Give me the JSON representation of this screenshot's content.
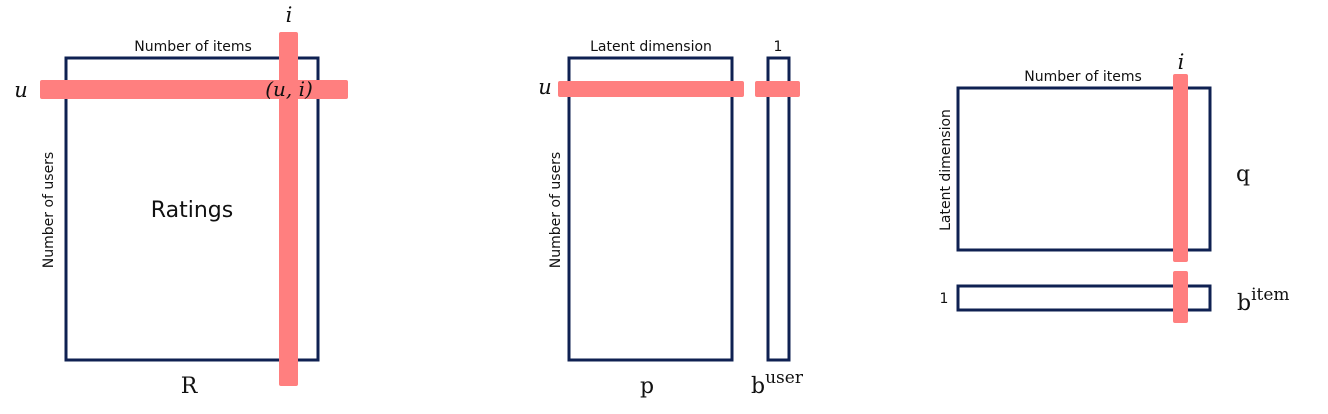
{
  "panel_ratings": {
    "matrix_label": "Ratings",
    "top_label": "Number of  items",
    "side_label": "Number of  users",
    "bottom_label": "R",
    "row_symbol": "u",
    "col_symbol": "i",
    "cell_label": "(u, i)"
  },
  "panel_users": {
    "top_label": "Latent dimension",
    "side_label": "Number of  users",
    "bias_top_label": "1",
    "row_symbol": "u",
    "matrix_bottom_label": "p",
    "bias_base": "b",
    "bias_sup": "user"
  },
  "panel_items": {
    "top_label": "Number of  items",
    "side_label": "Latent dimension",
    "col_symbol": "i",
    "matrix_right_label": "q",
    "bias_left_label": "1",
    "bias_base": "b",
    "bias_sup": "item"
  },
  "colors": {
    "border": "#0f2152",
    "highlight": "#ff7f7f"
  }
}
